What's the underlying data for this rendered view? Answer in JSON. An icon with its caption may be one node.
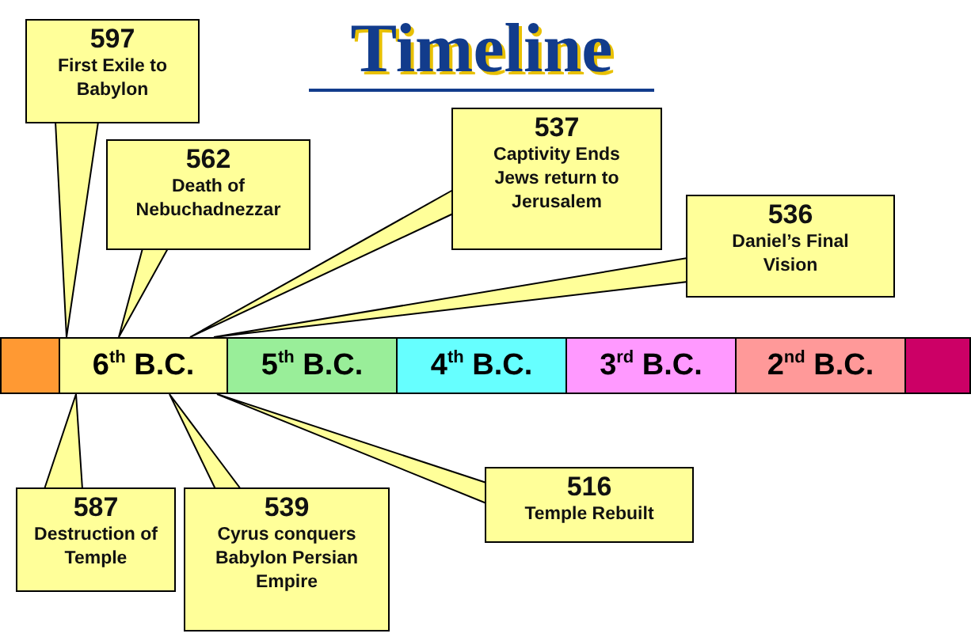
{
  "diagram": {
    "title": "Timeline",
    "nodes": [
      {
        "text": [
          "597",
          "First Exile to Babylon"
        ]
      },
      {
        "text": [
          "562",
          "Death of Nebuchadnezzar"
        ]
      },
      {
        "text": [
          "537",
          "Captivity Ends Jews return to Jerusalem"
        ]
      },
      {
        "text": [
          "536",
          "Daniel’s Final Vision"
        ]
      },
      {
        "text": [],
        "shape": "bar"
      },
      {
        "text": [
          "6$^{th}$ B.C."
        ]
      },
      {
        "text": [
          "5$^{th}$ B.C."
        ]
      },
      {
        "text": [
          "4$^{th}$ B.C."
        ]
      },
      {
        "text": [
          "3$^{rd}$ B.C."
        ]
      },
      {
        "text": [
          "2$^{nd}$ B.C."
        ]
      },
      {
        "text": [],
        "shape": "bar"
      },
      {
        "text": [
          "587",
          "Destruction of Temple"
        ]
      },
      {
        "text": [
          "539",
          "Cyrus conquers Babylon Persian Empire"
        ]
      },
      {
        "text": [
          "516",
          "Temple Rebuilt"
        ]
      }
    ],
    "edges": [
      {
        "from": 0,
        "to": 5,
        "arrow": "none"
      },
      {
        "from": 1,
        "to": 5,
        "arrow": "none"
      },
      {
        "from": 2,
        "to": 5,
        "arrow": "none"
      },
      {
        "from": 3,
        "to": 5,
        "arrow": "none"
      },
      {
        "from": 11,
        "to": 5,
        "arrow": "none"
      },
      {
        "from": 12,
        "to": 5,
        "arrow": "none"
      },
      {
        "from": 13,
        "to": 5,
        "arrow": "none"
      }
    ]
  }
}
